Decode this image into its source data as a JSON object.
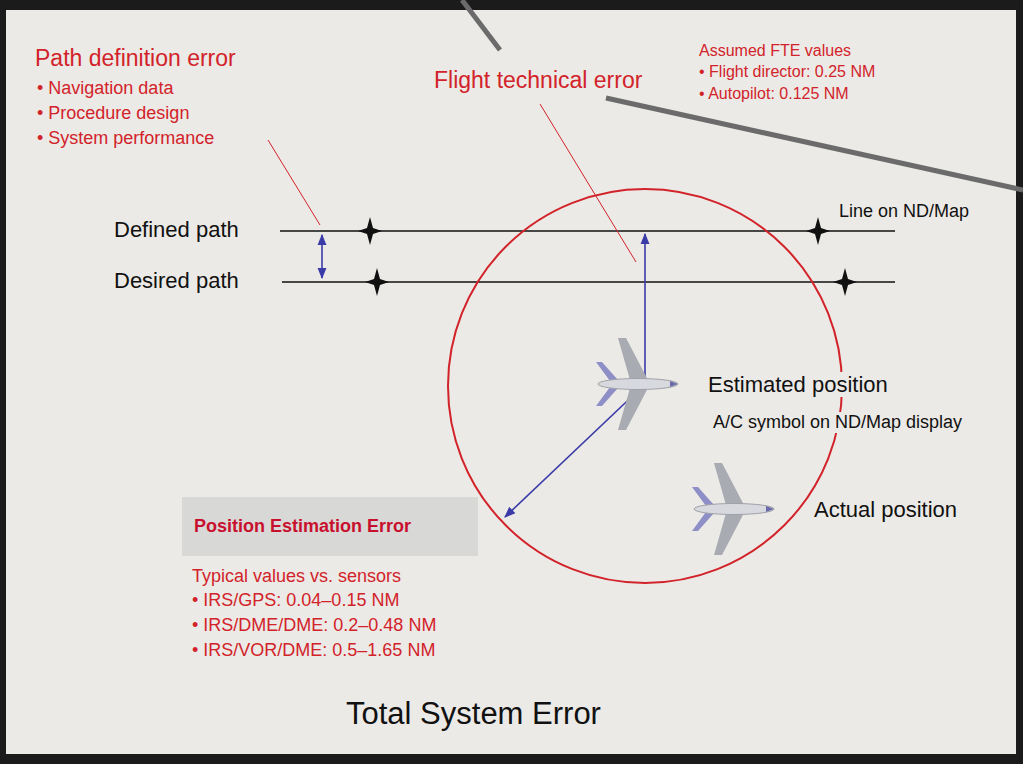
{
  "diagram": {
    "title": "Total System Error",
    "nodes": [
      {
        "text": [
          "Position Estimation Error"
        ]
      }
    ],
    "labels": [
      "Path definition error",
      "• Navigation data",
      "• Procedure design",
      "• System performance",
      "Flight technical error",
      "Assumed FTE values",
      "• Flight director: 0.25 NM",
      "• Autopilot: 0.125 NM",
      "Defined path",
      "Desired path",
      "Line on ND/Map",
      "Estimated position",
      "A/C symbol on ND/Map display",
      "Actual position",
      "Typical values vs. sensors",
      "• IRS/GPS:  0.04–0.15 NM",
      "• IRS/DME/DME: 0.2–0.48 NM",
      "• IRS/VOR/DME: 0.5–1.65 NM"
    ]
  }
}
